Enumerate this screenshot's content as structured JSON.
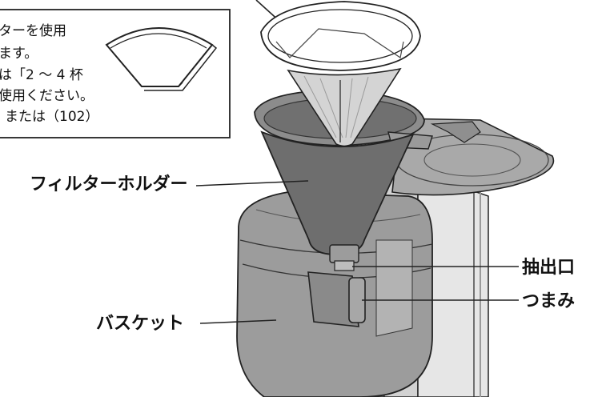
{
  "note_box": {
    "lines": [
      "ターを使用",
      "ます。",
      "は「2 ～ 4 杯",
      "使用ください。",
      "または（102）"
    ]
  },
  "labels": {
    "filter_holder": "フィルターホルダー",
    "outlet": "抽出口",
    "knob": "つまみ",
    "basket": "バスケット"
  },
  "colors": {
    "part_dark": "#6f6f6f",
    "part_mid": "#8e8e8e",
    "part_light": "#b5b5b5",
    "outline": "#222222",
    "mesh": "#cfcfcf"
  }
}
